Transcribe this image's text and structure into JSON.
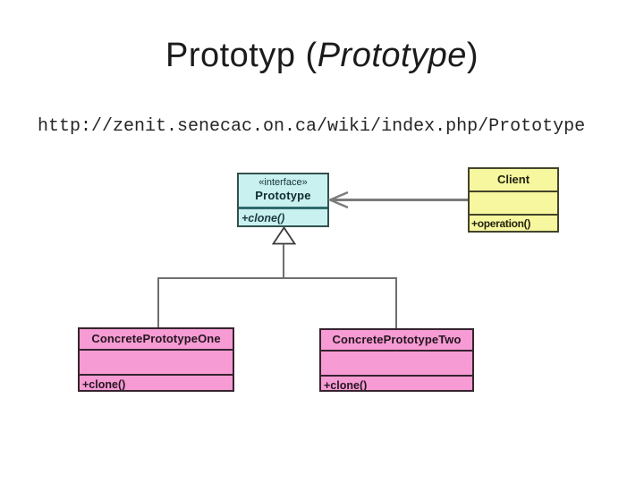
{
  "slide": {
    "title": {
      "prefix": "Prototyp (",
      "emphasis": "Prototype",
      "suffix": ")"
    },
    "url": "http://zenit.senecac.on.ca/wiki/index.php/Prototype"
  },
  "diagram": {
    "interface_box": {
      "stereotype": "«interface»",
      "name": "Prototype",
      "method": "+clone()"
    },
    "client_box": {
      "name": "Client",
      "method": "+operation()"
    },
    "concrete_one_box": {
      "name": "ConcretePrototypeOne",
      "method": "+clone()"
    },
    "concrete_two_box": {
      "name": "ConcretePrototypeTwo",
      "method": "+clone()"
    },
    "colors": {
      "interface_fill": "#c9f1ef",
      "client_fill": "#f6f79e",
      "concrete_fill": "#f69bd3",
      "connector": "#7b7b7b"
    }
  }
}
